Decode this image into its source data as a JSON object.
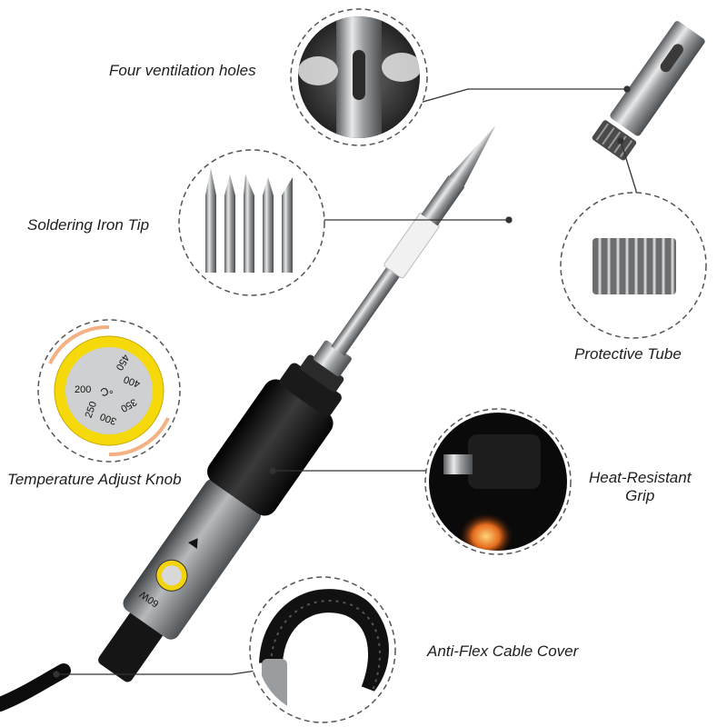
{
  "labels": {
    "ventilation": "Four ventilation holes",
    "tip": "Soldering Iron Tip",
    "protective_tube": "Protective Tube",
    "knob": "Temperature Adjust Knob",
    "grip_line1": "Heat-Resistant",
    "grip_line2": "Grip",
    "cable": "Anti-Flex Cable Cover"
  },
  "knob_dial": {
    "unit": "°C",
    "scale": [
      "200",
      "250",
      "300",
      "350",
      "400",
      "450"
    ]
  },
  "handle_brand": "60W",
  "colors": {
    "callout_border": "#555555",
    "knob_ring": "#f5d90a",
    "knob_arrow": "#f4b183",
    "handle_metal": "#8a8d90",
    "grip_rubber": "#111111",
    "leader_line": "#333333"
  }
}
